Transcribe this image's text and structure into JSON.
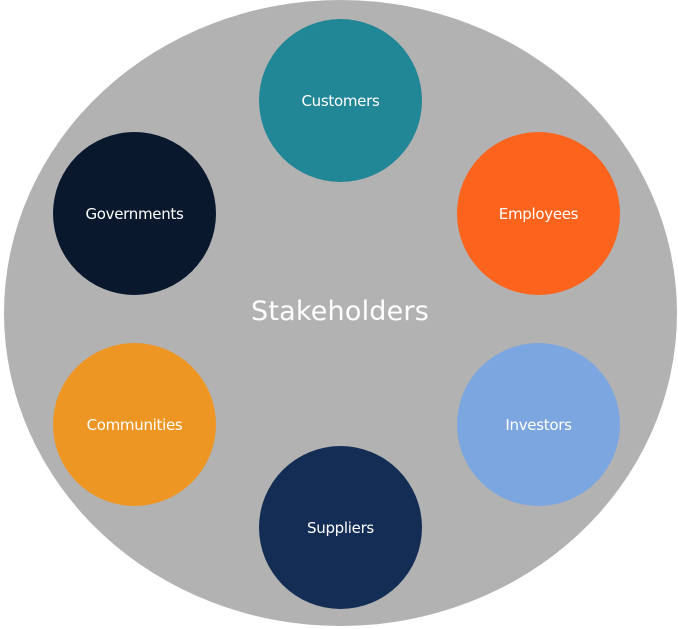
{
  "diagram": {
    "title": "Stakeholders",
    "background_color": "#b2b2b2",
    "nodes": [
      {
        "label": "Customers",
        "color": "#218696"
      },
      {
        "label": "Employees",
        "color": "#fc631c"
      },
      {
        "label": "Investors",
        "color": "#7ca6e0"
      },
      {
        "label": "Suppliers",
        "color": "#142d55"
      },
      {
        "label": "Communities",
        "color": "#ee9624"
      },
      {
        "label": "Governments",
        "color": "#0a182e"
      }
    ]
  }
}
